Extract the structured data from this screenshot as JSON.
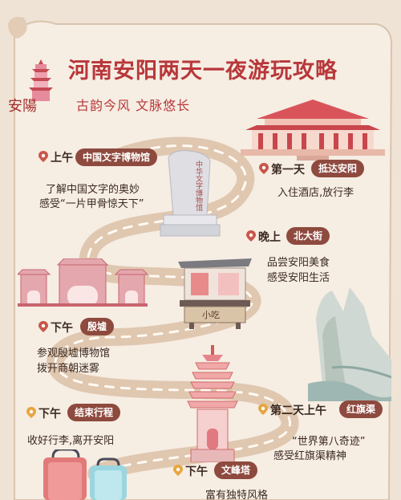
{
  "header": {
    "title": "河南安阳两天一夜游玩攻略",
    "subtitle": "古韵今风  文脉悠长",
    "logo_text": "安陽"
  },
  "stops": [
    {
      "time": "上午",
      "place": "中国文字博物馆",
      "desc1": "了解中国文字的奥妙",
      "desc2": "感受“一片甲骨惊天下”"
    },
    {
      "time": "第一天",
      "place": "抵达安阳",
      "desc1": "入住酒店,放行李",
      "desc2": ""
    },
    {
      "time": "晚上",
      "place": "北大街",
      "desc1": "品尝安阳美食",
      "desc2": "感受安阳生活"
    },
    {
      "time": "下午",
      "place": "殷墟",
      "desc1": "参观殷墟博物馆",
      "desc2": "拨开商朝迷雾"
    },
    {
      "time": "下午",
      "place": "结束行程",
      "desc1": "收好行李,离开安阳",
      "desc2": ""
    },
    {
      "time": "第二天上午",
      "place": "红旗渠",
      "desc1": "“世界第八奇迹”",
      "desc2": "感受红旗渠精神"
    },
    {
      "time": "下午",
      "place": "文峰塔",
      "desc1": "富有独特风格",
      "desc2": ""
    }
  ],
  "stele_text": "中华文字博物馆",
  "shop_sign": "小吃",
  "colors": {
    "accent": "#b8373a",
    "tag": "#8e4a3e",
    "path": "#d7b79a",
    "bg": "#f3e8dc"
  }
}
